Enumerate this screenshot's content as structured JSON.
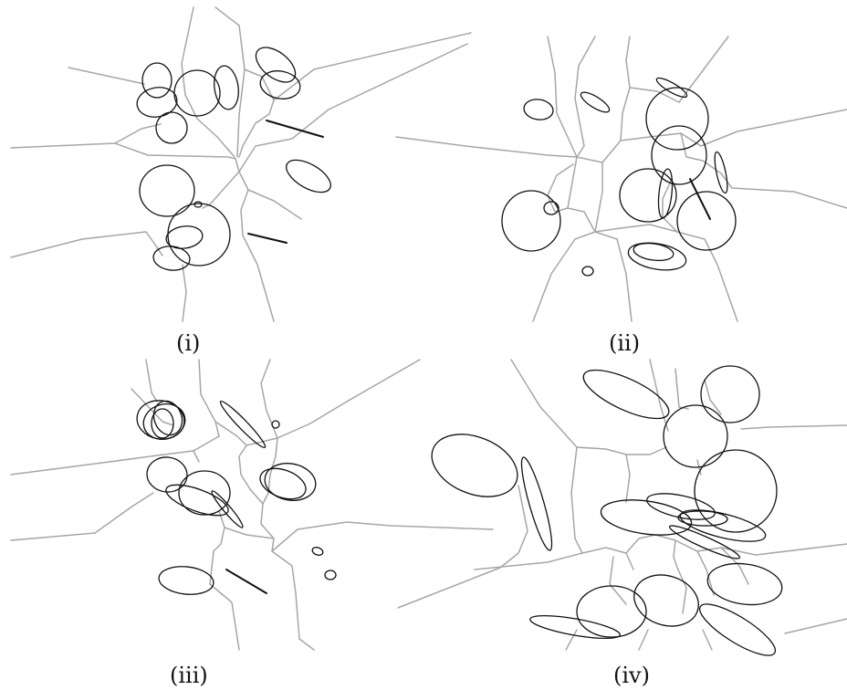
{
  "panels": [
    {
      "id": "i",
      "caption": "(i)"
    },
    {
      "id": "ii",
      "caption": "(ii)"
    },
    {
      "id": "iii",
      "caption": "(iii)"
    },
    {
      "id": "iv",
      "caption": "(iv)"
    }
  ],
  "colors": {
    "edges": "#a6a6a6",
    "sites": "#111111",
    "background": "#ffffff"
  }
}
